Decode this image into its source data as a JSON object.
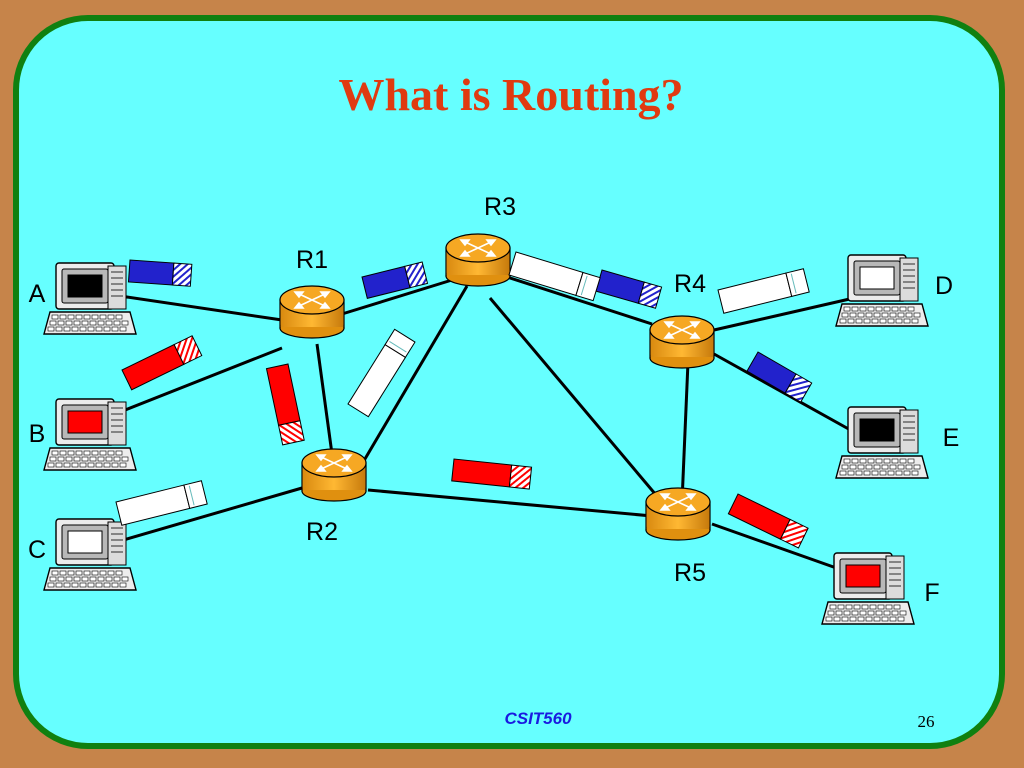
{
  "slide": {
    "title": "What is Routing?",
    "footer": "CSIT560",
    "page_number": "26",
    "title_color": "#e03a10",
    "footer_color": "#1a1ae0",
    "background_color": "#66ffff",
    "border_color": "#108010",
    "frame_color": "#c6844a"
  },
  "diagram": {
    "routers": [
      "R1",
      "R2",
      "R3",
      "R4",
      "R5"
    ],
    "hosts": [
      {
        "label": "A",
        "screen_color": "#000000"
      },
      {
        "label": "B",
        "screen_color": "#ff0000"
      },
      {
        "label": "C",
        "screen_color": "#ffffff"
      },
      {
        "label": "D",
        "screen_color": "#ffffff"
      },
      {
        "label": "E",
        "screen_color": "#000000"
      },
      {
        "label": "F",
        "screen_color": "#ff0000"
      }
    ],
    "links": [
      [
        "A",
        "R1"
      ],
      [
        "B",
        "R1"
      ],
      [
        "C",
        "R2"
      ],
      [
        "R1",
        "R2"
      ],
      [
        "R1",
        "R3"
      ],
      [
        "R2",
        "R3"
      ],
      [
        "R2",
        "R5"
      ],
      [
        "R3",
        "R4"
      ],
      [
        "R3",
        "R5"
      ],
      [
        "R4",
        "R5"
      ],
      [
        "R4",
        "D"
      ],
      [
        "R4",
        "E"
      ],
      [
        "R5",
        "F"
      ]
    ],
    "packet_colors": {
      "blue": "#2222cc",
      "red": "#ff0000",
      "white": "#ffffff"
    },
    "router_icon": "router-icon",
    "host_icon": "computer-icon"
  }
}
